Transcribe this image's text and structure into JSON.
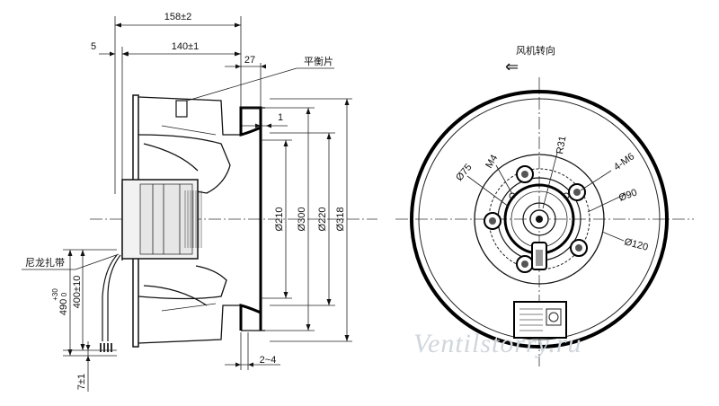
{
  "side_view": {
    "dims": {
      "overall_length": "158±2",
      "body_length": "140±1",
      "flange_offset": "5",
      "inlet_depth": "27",
      "ring_thickness": "1",
      "gap": "2~4",
      "d210": "Ø210",
      "d300": "Ø300",
      "d220": "Ø220",
      "d318": "Ø318",
      "cable_400": "400±10",
      "cable_490": "490",
      "cable_490_tol_upper": "+30",
      "cable_490_tol_lower": "0",
      "strip_7": "7±1"
    },
    "labels": {
      "balance_clip": "平衡片",
      "cable_tie": "尼龙扎带"
    }
  },
  "front_view": {
    "rotation_label": "风机转向",
    "rotation_arrow": "⇐",
    "dims": {
      "d75": "Ø75",
      "m4": "M4",
      "r31": "R31",
      "holes": "4-M6",
      "d90": "Ø90",
      "d120": "Ø120"
    }
  },
  "watermark": "Ventilstorry.ru"
}
